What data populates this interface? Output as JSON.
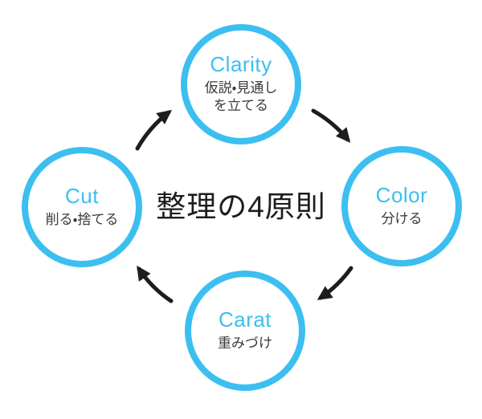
{
  "diagram": {
    "title": "整理の4原則",
    "accent_color": "#3CBFF0",
    "ink_color": "#1d1d1d",
    "subtext_color": "#3a3a3a",
    "nodes": [
      {
        "id": "clarity",
        "en": "Clarity",
        "ja_lines": [
          "仮説・見通し",
          "を立てる"
        ]
      },
      {
        "id": "color",
        "en": "Color",
        "ja_lines": [
          "分ける"
        ]
      },
      {
        "id": "carat",
        "en": "Carat",
        "ja_lines": [
          "重みづけ"
        ]
      },
      {
        "id": "cut",
        "en": "Cut",
        "ja_lines": [
          "削る・捨てる"
        ]
      }
    ],
    "flow": [
      {
        "from": "Cut",
        "to": "Clarity"
      },
      {
        "from": "Clarity",
        "to": "Color"
      },
      {
        "from": "Color",
        "to": "Carat"
      },
      {
        "from": "Carat",
        "to": "Cut"
      }
    ]
  }
}
